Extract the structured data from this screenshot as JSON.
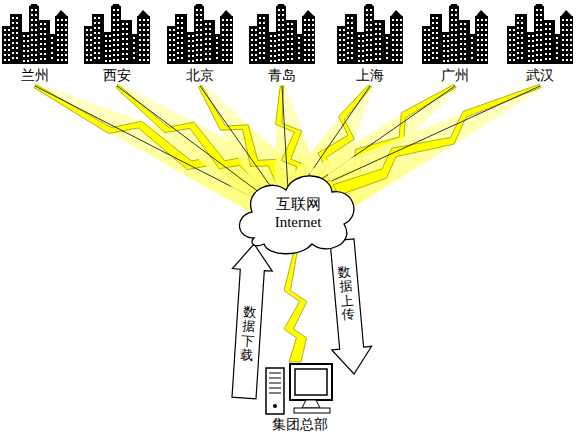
{
  "diagram": {
    "nodes": [
      {
        "text": [
          "兰州"
        ]
      },
      {
        "text": [
          "西安"
        ]
      },
      {
        "text": [
          "北京"
        ]
      },
      {
        "text": [
          "青岛"
        ]
      },
      {
        "text": [
          "上海"
        ]
      },
      {
        "text": [
          "广州"
        ]
      },
      {
        "text": [
          "武汉"
        ]
      },
      {
        "text": [
          "互联网 Internet"
        ]
      },
      {
        "text": [
          "集团总部"
        ]
      }
    ],
    "edges": [
      {
        "from": 0,
        "to": 7,
        "arrow": "none"
      },
      {
        "from": 1,
        "to": 7,
        "arrow": "none"
      },
      {
        "from": 2,
        "to": 7,
        "arrow": "none"
      },
      {
        "from": 3,
        "to": 7,
        "arrow": "none"
      },
      {
        "from": 4,
        "to": 7,
        "arrow": "none"
      },
      {
        "from": 5,
        "to": 7,
        "arrow": "none"
      },
      {
        "from": 6,
        "to": 7,
        "arrow": "none"
      },
      {
        "from": 8,
        "to": 7,
        "label": "数据下载",
        "arrow": "to"
      },
      {
        "from": 7,
        "to": 8,
        "label": "数据上传",
        "arrow": "to"
      },
      {
        "from": 7,
        "to": 8,
        "arrow": "none"
      }
    ]
  }
}
